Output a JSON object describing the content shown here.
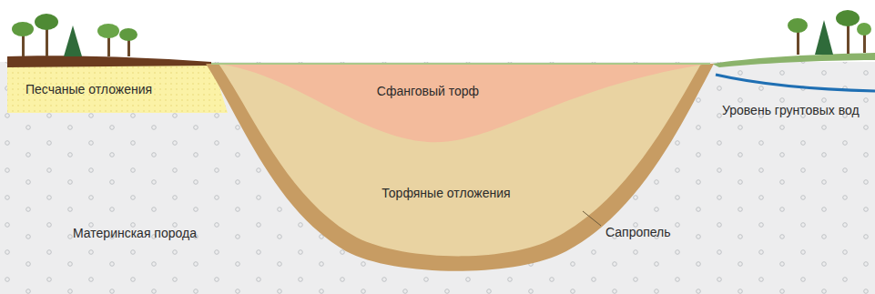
{
  "diagram": {
    "nodes": [
      {
        "text": [
          "Песчаные отложения"
        ]
      },
      {
        "text": [
          "Сфанговый торф"
        ]
      },
      {
        "text": [
          "Торфяные отложения"
        ]
      },
      {
        "text": [
          "Материнская порода"
        ]
      }
    ],
    "labels": [
      "Уровень грунтовых вод",
      "Сапропель"
    ]
  }
}
